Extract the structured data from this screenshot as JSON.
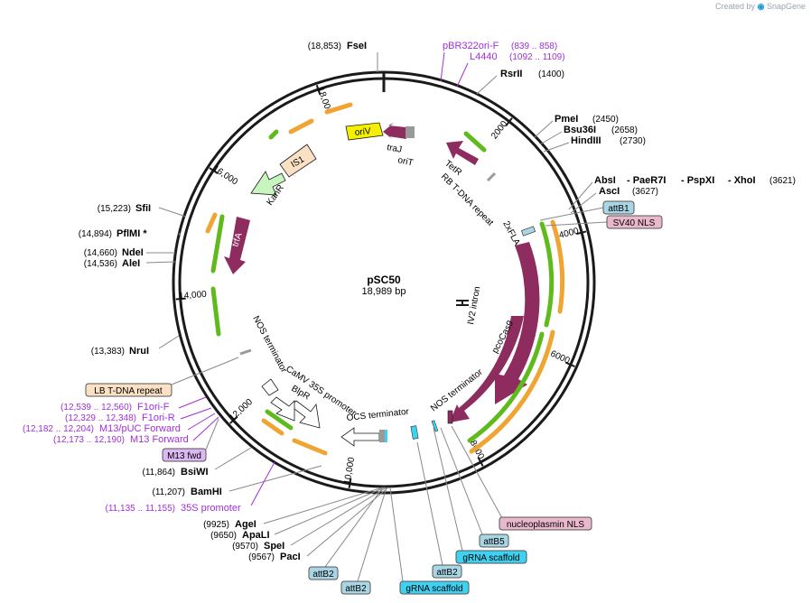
{
  "header": {
    "created_by": "Created by",
    "brand": "SnapGene"
  },
  "plasmid": {
    "name": "pSC50",
    "size": "18,989 bp",
    "total_bp": 18989
  },
  "ticks": [
    {
      "bp": 2000,
      "label": "2000"
    },
    {
      "bp": 4000,
      "label": "4000"
    },
    {
      "bp": 6000,
      "label": "6000"
    },
    {
      "bp": 8000,
      "label": "8000"
    },
    {
      "bp": 10000,
      "label": "10,000"
    },
    {
      "bp": 12000,
      "label": "12,000"
    },
    {
      "bp": 14000,
      "label": "14,000"
    },
    {
      "bp": 16000,
      "label": "16,000"
    },
    {
      "bp": 18000,
      "label": "18,000"
    }
  ],
  "sites": [
    {
      "name": "FseI",
      "pos": "(18,853)",
      "bp": 18853
    },
    {
      "name": "RsrII",
      "pos": "(1400)",
      "bp": 1400
    },
    {
      "name": "PmeI",
      "pos": "(2450)",
      "bp": 2450
    },
    {
      "name": "Bsu36I",
      "pos": "(2658)",
      "bp": 2658
    },
    {
      "name": "HindIII",
      "pos": "(2730)",
      "bp": 2730
    },
    {
      "name": "AbsI",
      "pos": "",
      "bp": 3621
    },
    {
      "name": "- PaeR7I",
      "pos": "",
      "bp": 3621
    },
    {
      "name": "- PspXI",
      "pos": "",
      "bp": 3621
    },
    {
      "name": "- XhoI",
      "pos": "(3621)",
      "bp": 3621
    },
    {
      "name": "AscI",
      "pos": "(3627)",
      "bp": 3627
    },
    {
      "name": "SfiI",
      "pos": "(15,223)",
      "bp": 15223
    },
    {
      "name": "PflMI *",
      "pos": "(14,894)",
      "bp": 14894
    },
    {
      "name": "NdeI",
      "pos": "(14,660)",
      "bp": 14660
    },
    {
      "name": "AleI",
      "pos": "(14,536)",
      "bp": 14536
    },
    {
      "name": "NruI",
      "pos": "(13,383)",
      "bp": 13383
    },
    {
      "name": "BsiWI",
      "pos": "(11,864)",
      "bp": 11864
    },
    {
      "name": "BamHI",
      "pos": "(11,207)",
      "bp": 11207
    },
    {
      "name": "AgeI",
      "pos": "(9925)",
      "bp": 9925
    },
    {
      "name": "ApaLI",
      "pos": "(9650)",
      "bp": 9650
    },
    {
      "name": "SpeI",
      "pos": "(9570)",
      "bp": 9570
    },
    {
      "name": "PacI",
      "pos": "(9567)",
      "bp": 9567
    }
  ],
  "primers": [
    {
      "name": "pBR322ori-F",
      "pos": "(839 .. 858)",
      "bp": 848
    },
    {
      "name": "L4440",
      "pos": "(1092 .. 1109)",
      "bp": 1100
    },
    {
      "name": "F1ori-F",
      "pos": "(12,539 .. 12,560)",
      "bp": 12549
    },
    {
      "name": "F1ori-R",
      "pos": "(12,329 .. 12,348)",
      "bp": 12338
    },
    {
      "name": "M13/pUC Forward",
      "pos": "(12,182 .. 12,204)",
      "bp": 12193
    },
    {
      "name": "M13 Forward",
      "pos": "(12,173 .. 12,190)",
      "bp": 12181
    },
    {
      "name": "35S promoter",
      "pos": "(11,135 .. 11,155)",
      "bp": 11145
    }
  ],
  "boxes": [
    {
      "name": "attB1",
      "kind": "attb",
      "bp": 3640
    },
    {
      "name": "SV40 NLS",
      "kind": "nls",
      "bp": 3700
    },
    {
      "name": "LB T-DNA repeat",
      "kind": "repeat",
      "bp": 12950
    },
    {
      "name": "M13 fwd",
      "kind": "primerbox",
      "bp": 12180
    },
    {
      "name": "nucleoplasmin NLS",
      "kind": "nls",
      "bp": 8300
    },
    {
      "name": "attB5",
      "kind": "attb",
      "bp": 8650
    },
    {
      "name": "gRNA scaffold",
      "kind": "scaffold",
      "bp": 8750
    },
    {
      "name": "attB2",
      "kind": "attb",
      "bp": 8900
    },
    {
      "name": "attB2",
      "kind": "attb",
      "bp": 9500
    },
    {
      "name": "attB2",
      "kind": "attb",
      "bp": 9440
    },
    {
      "name": "gRNA scaffold",
      "kind": "scaffold",
      "bp": 9400
    }
  ],
  "features": [
    {
      "name": "oriV"
    },
    {
      "name": "traJ"
    },
    {
      "name": "oriT"
    },
    {
      "name": "IS1"
    },
    {
      "name": "KanR"
    },
    {
      "name": "trfA"
    },
    {
      "name": "TetR"
    },
    {
      "name": "RB T-DNA repeat"
    },
    {
      "name": "2xFLAG"
    },
    {
      "name": "IV2 intron"
    },
    {
      "name": "pcoCas9"
    },
    {
      "name": "NOS terminator"
    },
    {
      "name": "NOS terminator"
    },
    {
      "name": "CaMV 35S promoter"
    },
    {
      "name": "BlpR"
    },
    {
      "name": "OCS terminator"
    }
  ],
  "colors": {
    "backbone": "#1a1a1a",
    "cds": "#8e2c5f",
    "origin": "#f5f000",
    "primer": "#a12fd6",
    "orange_arrow": "#f0a431",
    "green_arrow": "#5fba1b",
    "kanr": "#c7f5bd",
    "is1": "#fbe1c4",
    "attb_box": "#a9d6e5",
    "nls_box": "#eab8cc",
    "scaffold_box": "#3fd1f0",
    "repeat_box": "#fbe1c4",
    "primer_box": "#dcb8f2"
  }
}
